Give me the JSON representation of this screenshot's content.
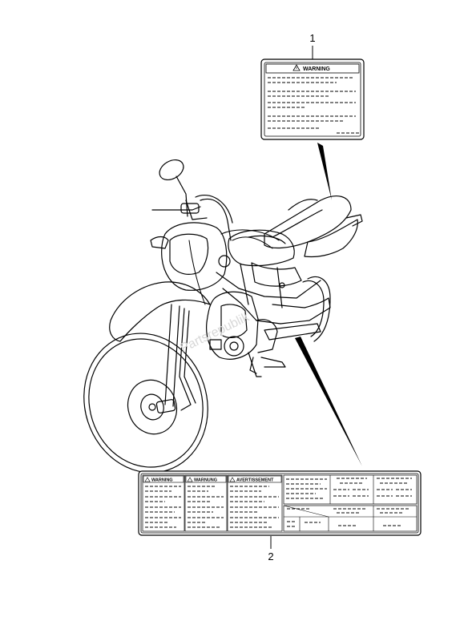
{
  "parts": [
    {
      "number": "1",
      "labels": [
        "WARNING"
      ]
    },
    {
      "number": "2",
      "labels": [
        "WARNING",
        "WARNUNG",
        "AVERTISSEMENT"
      ]
    }
  ],
  "watermark": "Partsrepublik",
  "colors": {
    "line": "#000000",
    "background": "#ffffff",
    "watermark": "#d8d8d8"
  }
}
